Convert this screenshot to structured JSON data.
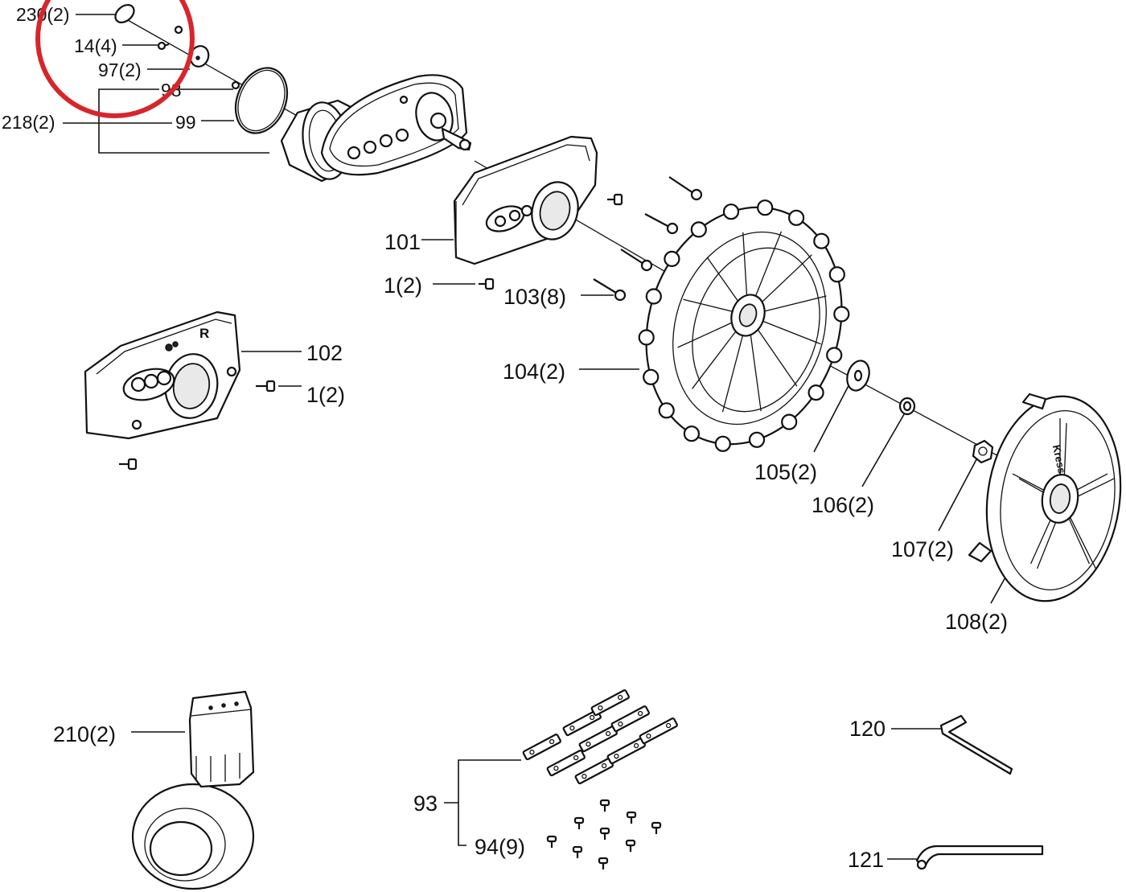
{
  "labels": {
    "p230": "230(2)",
    "p14": "14(4)",
    "p97": "97(2)",
    "p98": "98",
    "p218": "218(2)",
    "p99": "99",
    "p101": "101",
    "p1a": "1(2)",
    "p103": "103(8)",
    "p102": "102",
    "p1b": "1(2)",
    "p104": "104(2)",
    "p105": "105(2)",
    "p106": "106(2)",
    "p107": "107(2)",
    "p108": "108(2)",
    "p210": "210(2)",
    "p93": "93",
    "p94": "94(9)",
    "p120": "120",
    "p121": "121",
    "cover_mark": "R",
    "hubcap_brand": "Kress"
  },
  "highlight_color": "#d7262b"
}
